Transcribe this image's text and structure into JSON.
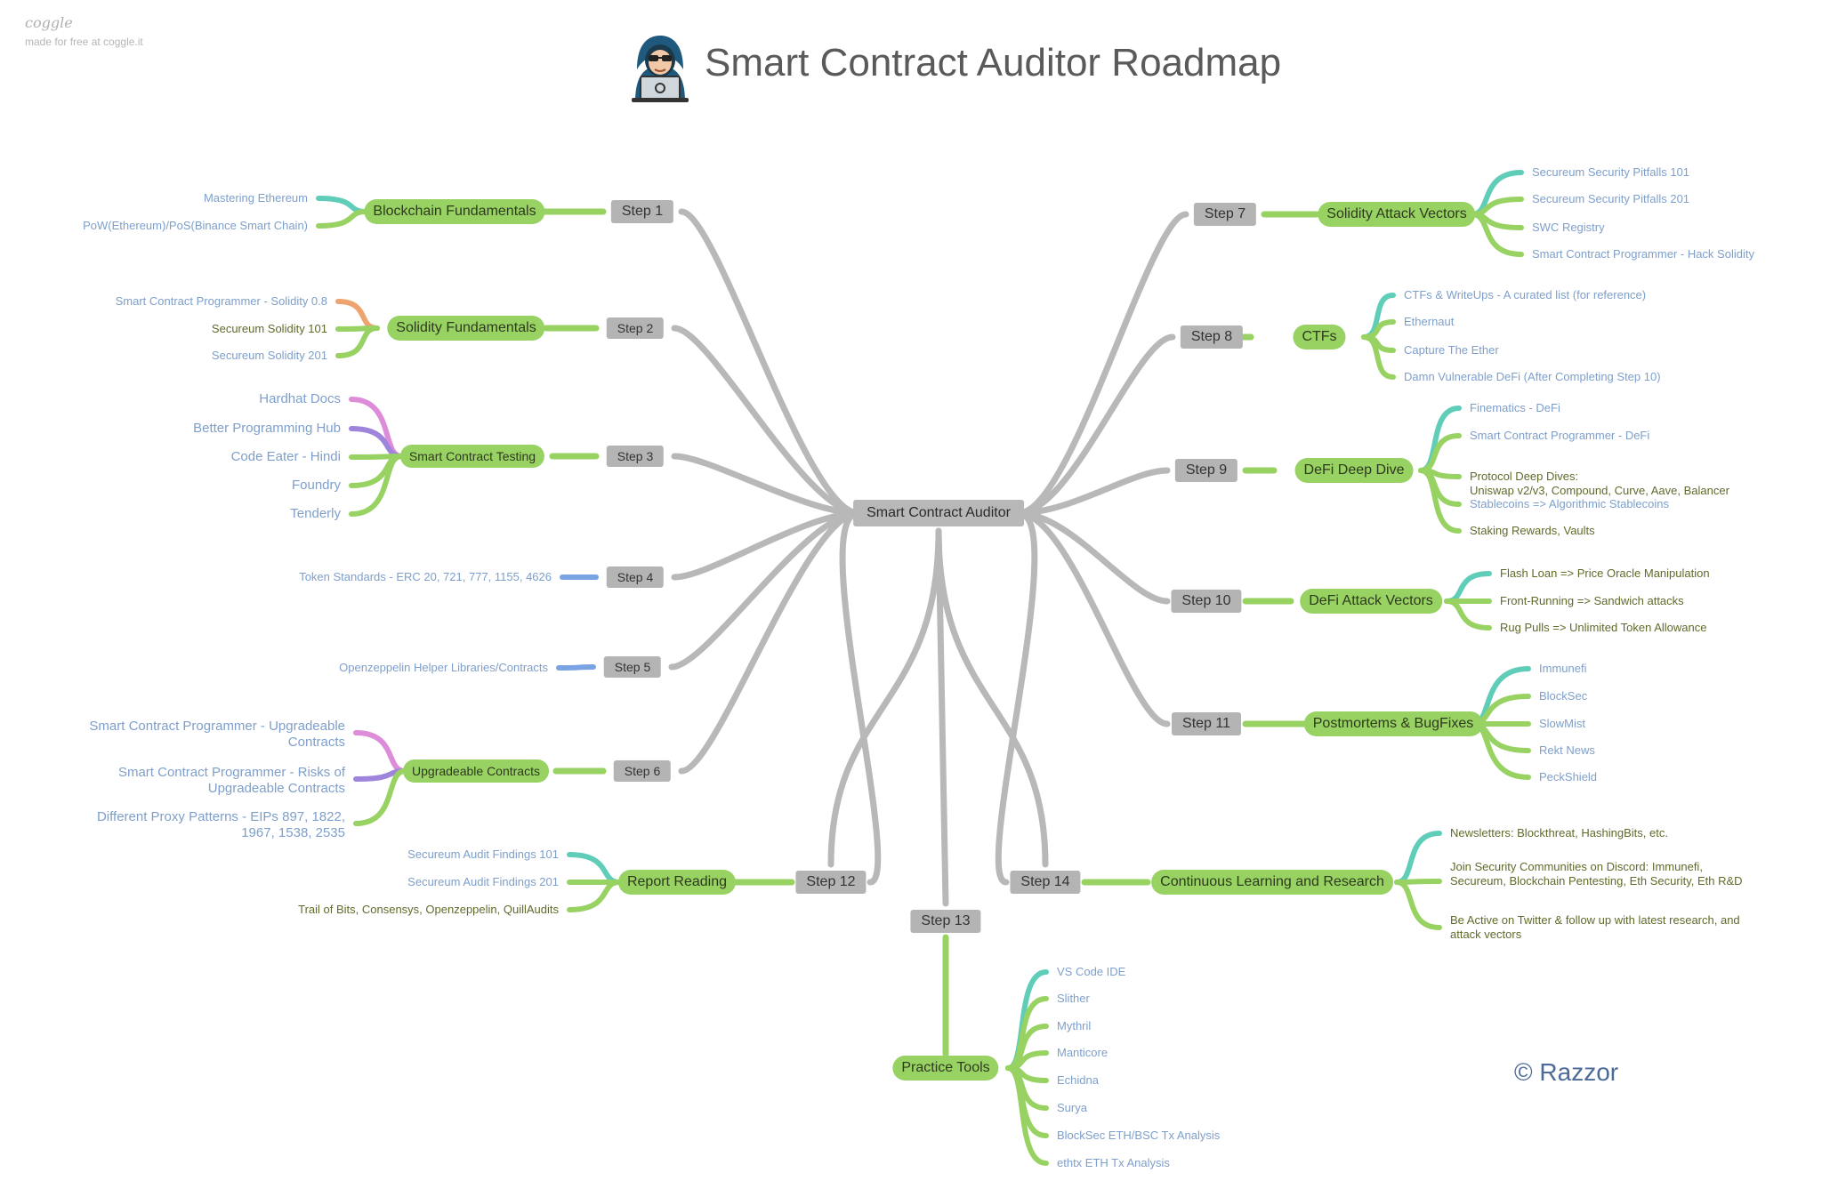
{
  "brand": {
    "name": "coggle",
    "tagline": "made for free at coggle.it"
  },
  "title": "Smart Contract Auditor Roadmap",
  "center": "Smart Contract Auditor",
  "copyright": "© Razzor",
  "icons": {
    "avatar": "hacker-laptop-icon"
  },
  "colors": {
    "step_node": "#b4b4b4",
    "topic_node": "#97d262",
    "link": "#7e9fcb",
    "text_dark": "#5e6b2a",
    "branch_teal": "#5fcdb8",
    "branch_green": "#97d262",
    "branch_pink": "#dc8cd8",
    "branch_purple": "#9f84dc",
    "branch_orange": "#eea46e",
    "branch_blue": "#7aa3e3"
  },
  "steps": [
    {
      "label": "Step 1",
      "topic": "Blockchain Fundamentals",
      "items": [
        "Mastering Ethereum",
        "PoW(Ethereum)/PoS(Binance Smart Chain)"
      ]
    },
    {
      "label": "Step 2",
      "topic": "Solidity Fundamentals",
      "items": [
        "Smart Contract Programmer - Solidity 0.8",
        "Secureum Solidity 101",
        "Secureum Solidity 201"
      ]
    },
    {
      "label": "Step 3",
      "topic": "Smart Contract Testing",
      "items": [
        "Hardhat Docs",
        "Better Programming Hub",
        "Code Eater - Hindi",
        "Foundry",
        "Tenderly"
      ]
    },
    {
      "label": "Step 4",
      "topic": "",
      "items": [
        "Token Standards - ERC 20, 721, 777, 1155, 4626"
      ]
    },
    {
      "label": "Step 5",
      "topic": "",
      "items": [
        "Openzeppelin Helper Libraries/Contracts"
      ]
    },
    {
      "label": "Step 6",
      "topic": "Upgradeable Contracts",
      "items": [
        "Smart Contract Programmer - Upgradeable Contracts",
        "Smart Contract Programmer - Risks of Upgradeable Contracts",
        "Different Proxy Patterns - EIPs 897, 1822, 1967, 1538, 2535"
      ]
    },
    {
      "label": "Step 7",
      "topic": "Solidity Attack Vectors",
      "items": [
        "Secureum Security Pitfalls 101",
        "Secureum Security Pitfalls 201",
        "SWC Registry",
        "Smart Contract Programmer - Hack Solidity"
      ]
    },
    {
      "label": "Step 8",
      "topic": "CTFs",
      "items": [
        "CTFs & WriteUps - A curated list (for reference)",
        "Ethernaut",
        "Capture The Ether",
        "Damn Vulnerable DeFi (After Completing Step 10)"
      ]
    },
    {
      "label": "Step 9",
      "topic": "DeFi Deep Dive",
      "items": [
        "Finematics - DeFi",
        "Smart Contract Programmer - DeFi",
        "Protocol Deep Dives:\nUniswap v2/v3, Compound, Curve, Aave, Balancer",
        "Stablecoins => Algorithmic Stablecoins",
        "Staking Rewards, Vaults"
      ]
    },
    {
      "label": "Step 10",
      "topic": "DeFi Attack Vectors",
      "items": [
        "Flash Loan => Price Oracle Manipulation",
        "Front-Running => Sandwich attacks",
        "Rug Pulls => Unlimited Token Allowance"
      ]
    },
    {
      "label": "Step 11",
      "topic": "Postmortems & BugFixes",
      "items": [
        "Immunefi",
        "BlockSec",
        "SlowMist",
        "Rekt News",
        "PeckShield"
      ]
    },
    {
      "label": "Step 12",
      "topic": "Report Reading",
      "items": [
        "Secureum Audit Findings 101",
        "Secureum Audit Findings 201",
        "Trail of Bits, Consensys, Openzeppelin, QuillAudits"
      ]
    },
    {
      "label": "Step 13",
      "topic": "Practice Tools",
      "items": [
        "VS Code IDE",
        "Slither",
        "Mythril",
        "Manticore",
        "Echidna",
        "Surya",
        "BlockSec ETH/BSC Tx Analysis",
        "ethtx ETH Tx Analysis"
      ]
    },
    {
      "label": "Step 14",
      "topic": "Continuous Learning and Research",
      "items": [
        "Newsletters: Blockthreat, HashingBits, etc.",
        "Join Security Communities on Discord: Immunefi, Secureum, Blockchain Pentesting, Eth Security, Eth R&D",
        "Be Active on Twitter & follow up with latest research, and attack vectors"
      ]
    }
  ]
}
